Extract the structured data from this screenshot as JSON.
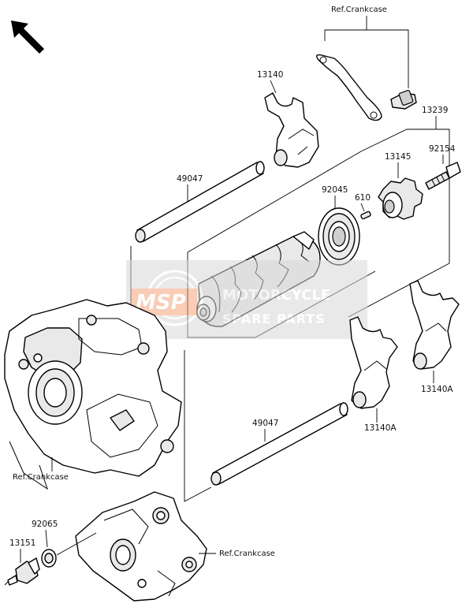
{
  "labels": {
    "ref_crankcase_top": "Ref.Crankcase",
    "ref_crankcase_left": "Ref.Crankcase",
    "ref_crankcase_bottom": "Ref.Crankcase",
    "p13140": "13140",
    "p13239": "13239",
    "p13145": "13145",
    "p92154": "92154",
    "p49047_upper": "49047",
    "p92045": "92045",
    "p610": "610",
    "p13140A_right": "13140A",
    "p13140A_mid": "13140A",
    "p49047_lower": "49047",
    "p92065": "92065",
    "p13151": "13151"
  },
  "watermark": {
    "brand": "MSP",
    "line1": "MOTORCYCLE",
    "line2": "SPARE PARTS"
  },
  "icons": {
    "direction": "front-arrow-icon"
  }
}
